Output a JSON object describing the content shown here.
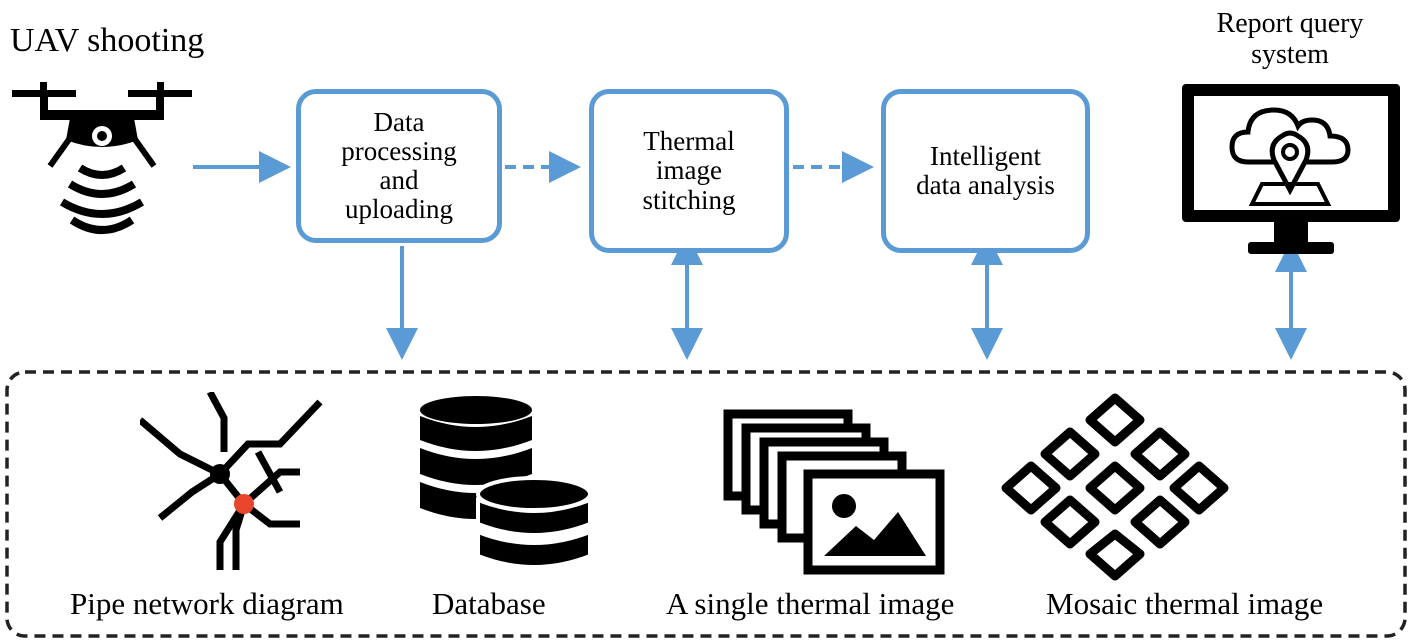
{
  "top": {
    "uav_label": "UAV shooting",
    "report_label": "Report query\nsystem",
    "steps": [
      {
        "label": "Data\nprocessing\nand\nuploading"
      },
      {
        "label": "Thermal\nimage\nstitching"
      },
      {
        "label": "Intelligent\ndata analysis"
      }
    ]
  },
  "bottom": {
    "items": [
      {
        "label": "Pipe network diagram"
      },
      {
        "label": "Database"
      },
      {
        "label": "A single thermal image"
      },
      {
        "label": "Mosaic thermal image"
      }
    ]
  },
  "colors": {
    "box_border": "#5b9bd5",
    "arrow": "#5b9bd5",
    "dashed_frame": "#222222",
    "highlight_node": "#e8452c"
  },
  "icons": {
    "uav": "drone-icon",
    "monitor": "monitor-cloud-icon",
    "pipe": "pipe-network-icon",
    "database": "database-icon",
    "single_image": "image-stack-icon",
    "mosaic": "mosaic-grid-icon"
  }
}
